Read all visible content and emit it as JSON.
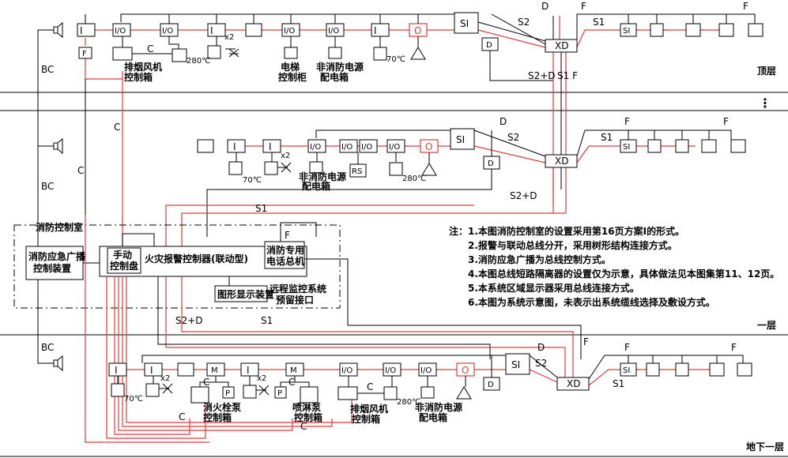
{
  "colors": {
    "bus": "#e23b3b",
    "line": "#000000"
  },
  "floors": {
    "top": "顶层",
    "first": "一层",
    "basement": "地下一层"
  },
  "wire": {
    "BC": "BC",
    "C": "C",
    "F": "F",
    "D": "D",
    "S1": "S1",
    "S2": "S2",
    "S2D": "S2+D",
    "S1F": "S1 F"
  },
  "sym": {
    "I": "I",
    "IO": "I/O",
    "F": "F",
    "SI": "SI",
    "XD": "XD",
    "D": "D",
    "O": "O",
    "RS": "RS",
    "M": "M",
    "P": "P",
    "x2": "x2",
    "t280": "280℃",
    "t70": "70℃",
    "pump": "P"
  },
  "equip": {
    "smoke_fan_box": [
      "排烟风机",
      "控制箱"
    ],
    "elevator_cab": [
      "电梯",
      "控制柜"
    ],
    "nonfire_power": [
      "非消防电源",
      "配电箱"
    ],
    "hydrant_pump": [
      "消火栓泵",
      "控制箱"
    ],
    "sprinkler_pump": [
      "喷淋泵",
      "控制箱"
    ]
  },
  "control_room": {
    "title": "消防控制室",
    "broadcast": [
      "消防应急广播",
      "控制装置"
    ],
    "manual": [
      "手动",
      "控制盘"
    ],
    "fire_panel": "火灾报警控制器(联动型)",
    "phone": [
      "消防专用",
      "电话总机"
    ],
    "graphic": "图形显示装置",
    "remote": [
      "远程监控系统",
      "预留接口"
    ]
  },
  "notes": [
    "注：1.本图消防控制室的设置采用第16页方案Ⅰ的形式。",
    "2.报警与联动总线分开，采用树形结构连接方式。",
    "3.消防应急广播为总线控制方式。",
    "4.本图总线短路隔离器的设置仅为示意，具体做法见本图集第11、12页。",
    "5.本系统区域显示器采用总线连接方式。",
    "6.本图为系统示意图，未表示出系统缆线选择及敷设方式。"
  ],
  "ellipsis": "⋮"
}
